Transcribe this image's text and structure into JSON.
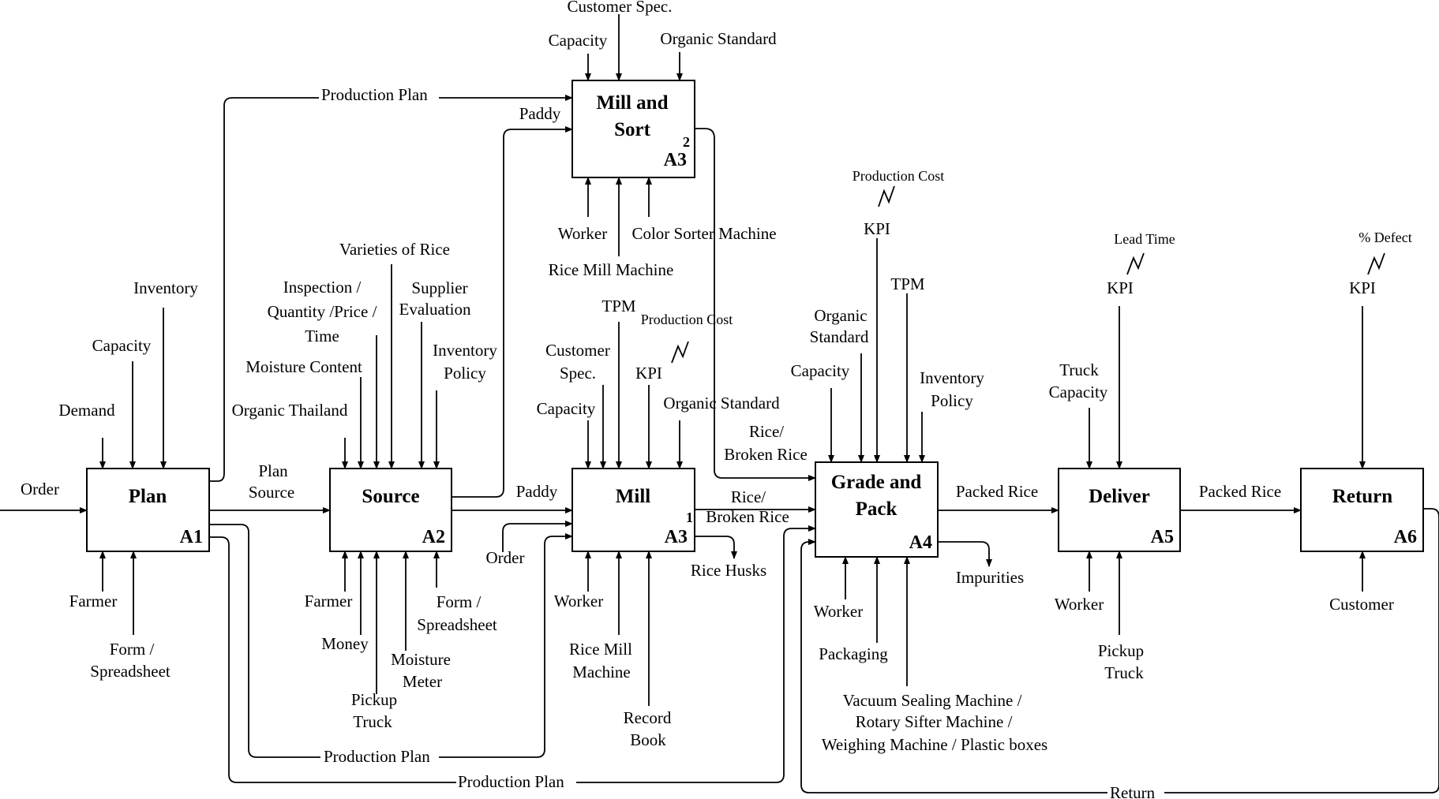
{
  "boxes": {
    "plan": {
      "title": "Plan",
      "code": "A1"
    },
    "source": {
      "title": "Source",
      "code": "A2"
    },
    "mill": {
      "title": "Mill",
      "code": "A3",
      "note": "1"
    },
    "millsort": {
      "title1": "Mill and",
      "title2": "Sort",
      "code": "A3",
      "note": "2"
    },
    "grade": {
      "title1": "Grade and",
      "title2": "Pack",
      "code": "A4"
    },
    "deliver": {
      "title": "Deliver",
      "code": "A5"
    },
    "return": {
      "title": "Return",
      "code": "A6"
    }
  },
  "labels": {
    "order": "Order",
    "inventory": "Inventory",
    "capacity": "Capacity",
    "demand": "Demand",
    "farmer": "Farmer",
    "form_spreadsheet1": "Form /",
    "form_spreadsheet2": "Spreadsheet",
    "plan_source1": "Plan",
    "plan_source2": "Source",
    "production_plan": "Production Plan",
    "varieties": "Varieties of Rice",
    "inspection1": "Inspection /",
    "inspection2": "Quantity /Price /",
    "inspection3": "Time",
    "supplier1": "Supplier",
    "supplier2": "Evaluation",
    "inventory_policy1": "Inventory",
    "inventory_policy2": "Policy",
    "moisture_content": "Moisture Content",
    "organic_thailand": "Organic Thailand",
    "money": "Money",
    "pickup1": "Pickup",
    "pickup2": "Truck",
    "moisture_meter1": "Moisture",
    "moisture_meter2": "Meter",
    "paddy": "Paddy",
    "customer_spec": "Customer Spec.",
    "customer1": "Customer",
    "customer2": "Spec.",
    "organic_standard": "Organic Standard",
    "organic1": "Organic",
    "organic2": "Standard",
    "worker": "Worker",
    "color_sorter": "Color Sorter Machine",
    "rice_mill_machine": "Rice Mill Machine",
    "rice_mill1": "Rice Mill",
    "rice_mill2": "Machine",
    "tpm": "TPM",
    "production_cost": "Production  Cost",
    "kpi": "KPI",
    "rice_broken1": "Rice/",
    "rice_broken2": "Broken Rice",
    "rice_husks": "Rice Husks",
    "record1": "Record",
    "record2": "Book",
    "packed_rice": "Packed Rice",
    "impurities": "Impurities",
    "packaging": "Packaging",
    "machines1": "Vacuum Sealing Machine /",
    "machines2": "Rotary Sifter Machine /",
    "machines3": "Weighing Machine / Plastic boxes",
    "lead_time": "Lead  Time",
    "truck1": "Truck",
    "truck2": "Capacity",
    "defect": "% Defect",
    "customer": "Customer",
    "return": "Return"
  }
}
